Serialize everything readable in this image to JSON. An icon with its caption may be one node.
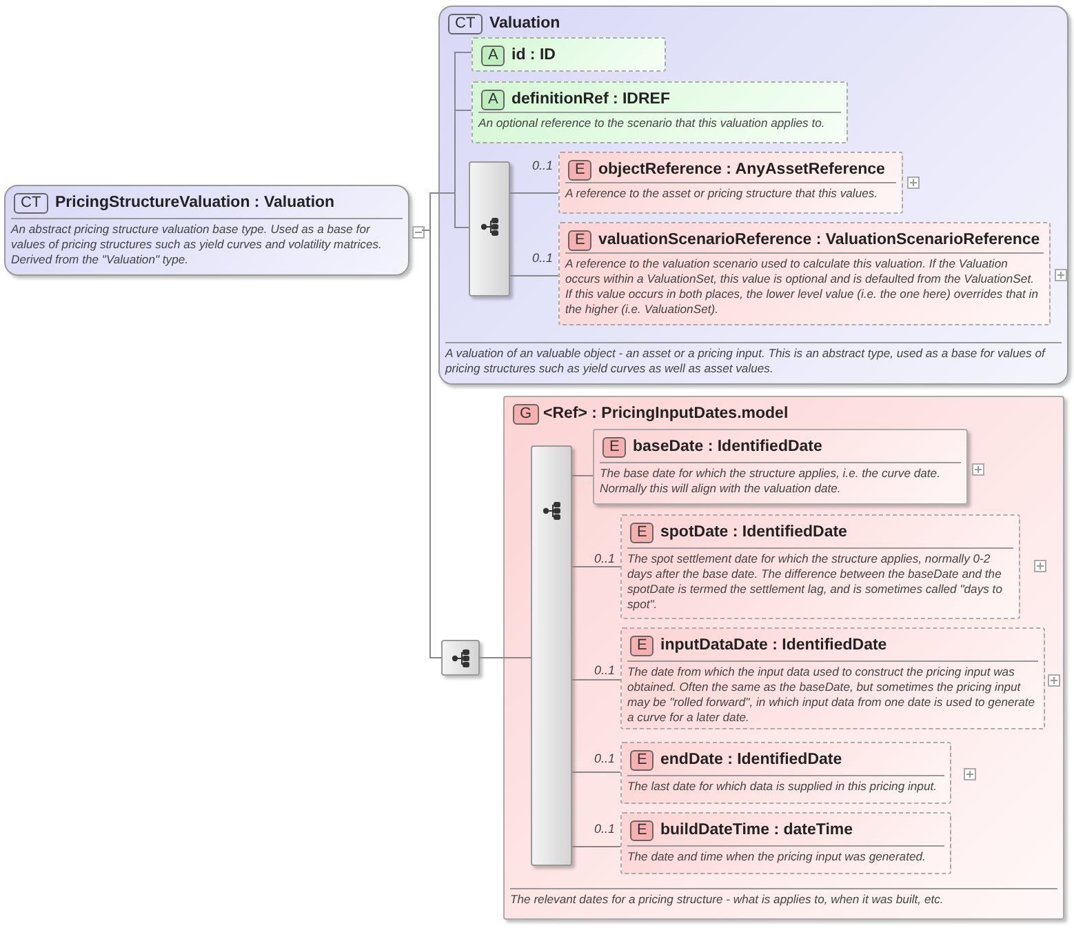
{
  "diagram": {
    "nodes": [
      {
        "text": [
          "CT",
          "PricingStructureValuation : Valuation",
          "An abstract pricing structure valuation base type. Used as a base for values of pricing structures such as yield curves and volatility matrices. Derived from the \"Valuation\" type."
        ]
      },
      {
        "text": [
          "CT",
          "Valuation",
          "A valuation of an valuable object - an asset or a pricing input. This is an abstract type, used as a base for values of pricing structures such as yield curves as well as asset values."
        ]
      },
      {
        "text": [
          "A",
          "id : ID"
        ],
        "in": 1
      },
      {
        "text": [
          "A",
          "definitionRef : IDREF",
          "An optional reference to the scenario that this valuation applies to."
        ],
        "in": 1
      },
      {
        "text": [],
        "shape": "box",
        "in": 1
      },
      {
        "text": [
          "E",
          "objectReference : AnyAssetReference",
          "A reference to the asset or pricing structure that this values."
        ],
        "beside": [
          "0..1"
        ],
        "in": 1
      },
      {
        "text": [
          "E",
          "valuationScenarioReference : ValuationScenarioReference",
          "A reference to the valuation scenario used to calculate this valuation. If the Valuation occurs within a ValuationSet, this value is optional and is defaulted from the ValuationSet. If this value occurs in both places, the lower level value (i.e. the one here) overrides that in the higher (i.e. ValuationSet)."
        ],
        "beside": [
          "0..1"
        ],
        "in": 1
      },
      {
        "text": [],
        "shape": "box"
      },
      {
        "text": [
          "G",
          "<Ref> : PricingInputDates.model",
          "The relevant dates for a pricing structure - what is applies to, when it was built, etc."
        ]
      },
      {
        "text": [],
        "shape": "box",
        "in": 8
      },
      {
        "text": [
          "E",
          "baseDate : IdentifiedDate",
          "The base date for which the structure applies, i.e. the curve date. Normally this will align with the valuation date."
        ],
        "in": 8
      },
      {
        "text": [
          "E",
          "spotDate : IdentifiedDate",
          "The spot settlement date for which the structure applies, normally 0-2 days after the base date. The difference between the baseDate and the spotDate is termed the settlement lag, and is sometimes called \"days to spot\"."
        ],
        "beside": [
          "0..1"
        ],
        "in": 8
      },
      {
        "text": [
          "E",
          "inputDataDate : IdentifiedDate",
          "The date from which the input data used to construct the pricing input was obtained. Often the same as the baseDate, but sometimes the pricing input may be \"rolled forward\", in which input data from one date is used to generate a curve for a later date."
        ],
        "beside": [
          "0..1"
        ],
        "in": 8
      },
      {
        "text": [
          "E",
          "endDate : IdentifiedDate",
          "The last date for which data is supplied in this pricing input."
        ],
        "beside": [
          "0..1"
        ],
        "in": 8
      },
      {
        "text": [
          "E",
          "buildDateTime : dateTime",
          "The date and time when the pricing input was generated."
        ],
        "beside": [
          "0..1"
        ],
        "in": 8
      }
    ],
    "edges": [
      {
        "from": 0,
        "to": 2,
        "arrow": "none"
      },
      {
        "from": 0,
        "to": 3,
        "arrow": "none"
      },
      {
        "from": 0,
        "to": 4,
        "arrow": "none"
      },
      {
        "from": 0,
        "to": 7,
        "arrow": "none"
      },
      {
        "from": 4,
        "to": 5,
        "arrow": "none"
      },
      {
        "from": 4,
        "to": 6,
        "arrow": "none"
      },
      {
        "from": 7,
        "to": 9,
        "arrow": "none"
      },
      {
        "from": 9,
        "to": 10,
        "arrow": "none"
      },
      {
        "from": 9,
        "to": 11,
        "arrow": "none"
      },
      {
        "from": 9,
        "to": 12,
        "arrow": "none"
      },
      {
        "from": 9,
        "to": 13,
        "arrow": "none"
      },
      {
        "from": 9,
        "to": 14,
        "arrow": "none"
      }
    ]
  }
}
